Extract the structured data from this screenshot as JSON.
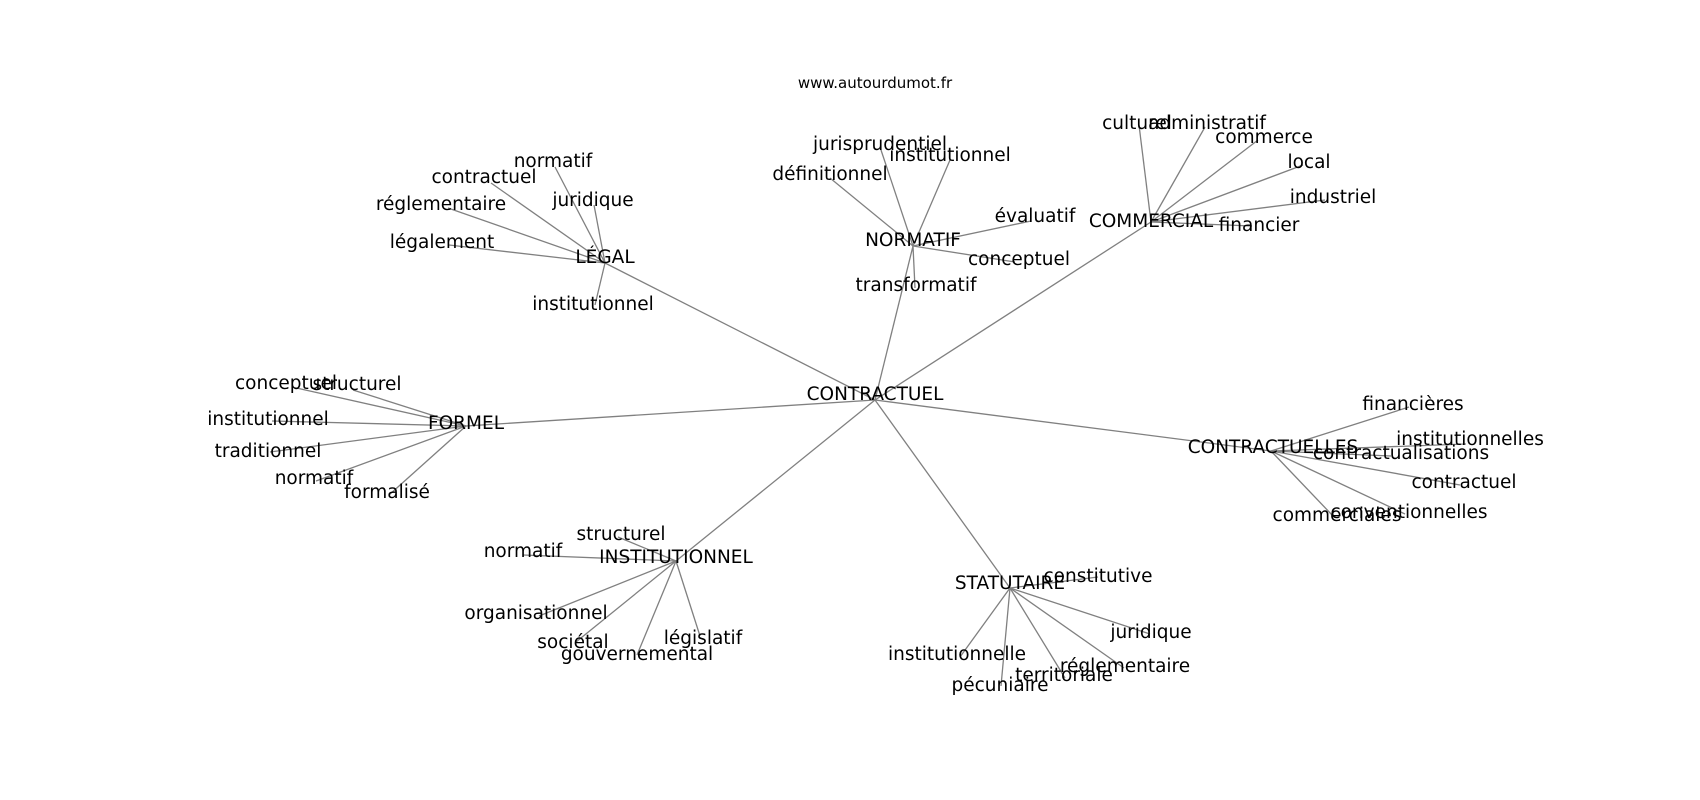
{
  "credit": "www.autourdumot.fr",
  "colors": {
    "edge": "#808080",
    "text": "#000000",
    "background": "#ffffff"
  },
  "graph": {
    "root": "CONTRACTUEL",
    "branches": [
      {
        "label": "LÉGAL",
        "leaves": [
          "normatif",
          "contractuel",
          "réglementaire",
          "juridique",
          "légalement",
          "institutionnel"
        ]
      },
      {
        "label": "NORMATIF",
        "leaves": [
          "jurisprudentiel",
          "institutionnel",
          "définitionnel",
          "évaluatif",
          "conceptuel",
          "transformatif"
        ]
      },
      {
        "label": "COMMERCIAL",
        "leaves": [
          "culturel",
          "administratif",
          "commerce",
          "local",
          "industriel",
          "financier"
        ]
      },
      {
        "label": "FORMEL",
        "leaves": [
          "conceptuel",
          "structurel",
          "institutionnel",
          "traditionnel",
          "normatif",
          "formalisé"
        ]
      },
      {
        "label": "CONTRACTUELLES",
        "leaves": [
          "financières",
          "institutionnelles",
          "contractualisations",
          "contractuel",
          "commerciales",
          "conventionnelles"
        ]
      },
      {
        "label": "INSTITUTIONNEL",
        "leaves": [
          "structurel",
          "normatif",
          "organisationnel",
          "sociétal",
          "législatif",
          "gouvernemental"
        ]
      },
      {
        "label": "STATUTAIRE",
        "leaves": [
          "constitutive",
          "juridique",
          "réglementaire",
          "institutionnelle",
          "territoriale",
          "pécuniaire"
        ]
      }
    ]
  }
}
